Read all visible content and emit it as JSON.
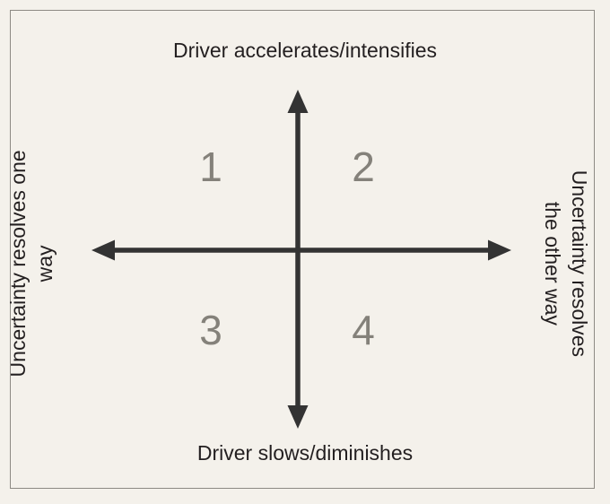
{
  "figure": {
    "type": "2x2-quadrant-diagram",
    "background_color": "#f4f1eb",
    "border_color": "#8d8a84",
    "axis_color": "#333333",
    "number_color": "#84817a",
    "label_color": "#231f20"
  },
  "axes": {
    "vertical": {
      "top_label": "Driver accelerates/intensifies",
      "bottom_label": "Driver slows/diminishes",
      "arrowheads": "both"
    },
    "horizontal": {
      "left_label": "Uncertainty resolves one\nway",
      "right_label": "Uncertainty resolves\nthe other way",
      "arrowheads": "both"
    }
  },
  "quadrants": [
    {
      "id": "quad-1",
      "label": "1",
      "position": "top-left"
    },
    {
      "id": "quad-2",
      "label": "2",
      "position": "top-right"
    },
    {
      "id": "quad-3",
      "label": "3",
      "position": "bottom-left"
    },
    {
      "id": "quad-4",
      "label": "4",
      "position": "bottom-right"
    }
  ]
}
